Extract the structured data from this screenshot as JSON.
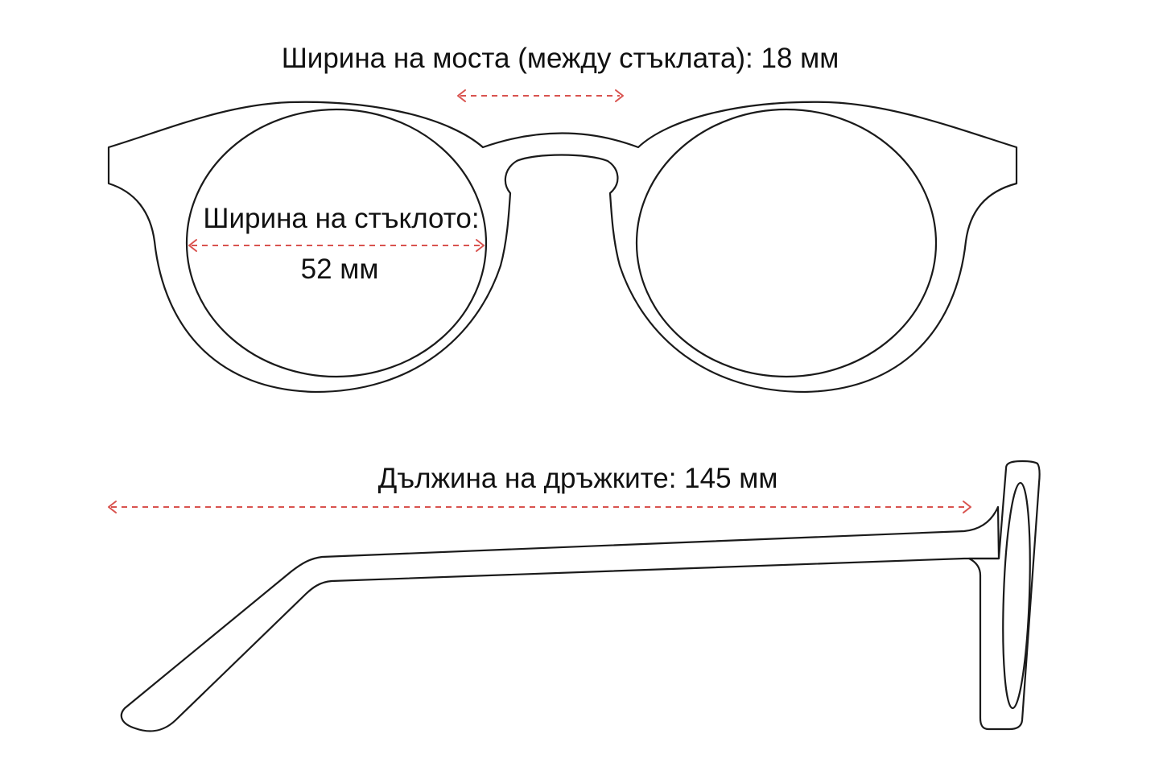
{
  "colors": {
    "outline": "#1a1a1a",
    "dimension": "#d9534f",
    "text": "#111111",
    "background": "#ffffff"
  },
  "labels": {
    "bridge_width": "Ширина на моста (между стъклата): 18 мм",
    "lens_width_title": "Ширина на стъклото:",
    "lens_width_value": "52 мм",
    "temple_length": "Дължина на дръжките: 145 мм"
  }
}
